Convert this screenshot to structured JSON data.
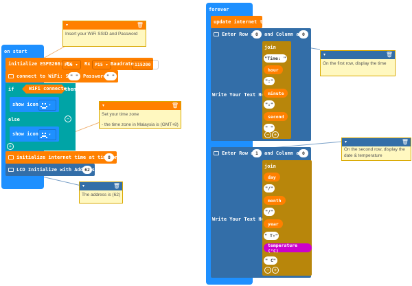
{
  "comments": {
    "wifi": "Insert your WiFi SSID and Password",
    "timezone_line1": "Set your time zone",
    "timezone_line2": "- the time zone in Malaysia is (GMT+8)",
    "address": "The address is (62)",
    "first_row": "On the first row, display the time",
    "second_row": "On the second row, display the date & temperature"
  },
  "on_start": {
    "label": "on start",
    "esp_init": {
      "label": "initialize ESP8266: Tx",
      "tx": "P16",
      "rx_label": "Rx",
      "rx": "P15",
      "baud_label": "Baudrate",
      "baud": "115200"
    },
    "wifi": {
      "label": "connect to WiFi: SSID",
      "ssid": "\" \"",
      "password_label": "Password",
      "password": "\" \""
    },
    "if_block": {
      "if_label": "if",
      "condition": "WiFi connected",
      "then_label": "then",
      "show_icon_label": "show icon",
      "else_label": "else"
    },
    "timezone": {
      "label": "initialize internet time at timezone",
      "value": "8"
    },
    "lcd": {
      "label": "LCD Initialize with Address",
      "value": "62"
    }
  },
  "forever": {
    "label": "forever",
    "update_time": "update internet time",
    "row1": {
      "enter_label": "Enter Row at",
      "row": "0",
      "col_label": "and Column at",
      "col": "0",
      "write_label": "Write Your Text Here",
      "join_label": "join",
      "items": [
        {
          "type": "text",
          "value": "Time: "
        },
        {
          "type": "var",
          "value": "hour"
        },
        {
          "type": "text",
          "value": ":"
        },
        {
          "type": "var",
          "value": "minute"
        },
        {
          "type": "text",
          "value": ":"
        },
        {
          "type": "var",
          "value": "second"
        },
        {
          "type": "text",
          "value": " "
        }
      ]
    },
    "row2": {
      "enter_label": "Enter Row at",
      "row": "1",
      "col_label": "and Column at",
      "col": "0",
      "write_label": "Write Your Text Here",
      "join_label": "join",
      "items": [
        {
          "type": "var",
          "value": "day"
        },
        {
          "type": "text",
          "value": "/"
        },
        {
          "type": "var",
          "value": "month"
        },
        {
          "type": "text",
          "value": "/"
        },
        {
          "type": "var",
          "value": "year"
        },
        {
          "type": "text",
          "value": " T:"
        },
        {
          "type": "sensor",
          "value": "temperature (°C)"
        },
        {
          "type": "text",
          "value": " C"
        }
      ]
    }
  },
  "colors": {
    "basic": "#1e90ff",
    "esp": "#ff8000",
    "logic": "#00a4a6",
    "lcd": "#336ea8",
    "join": "#b8860b",
    "sensor": "#cc00cc",
    "comment_bg": "#fff8c0"
  }
}
